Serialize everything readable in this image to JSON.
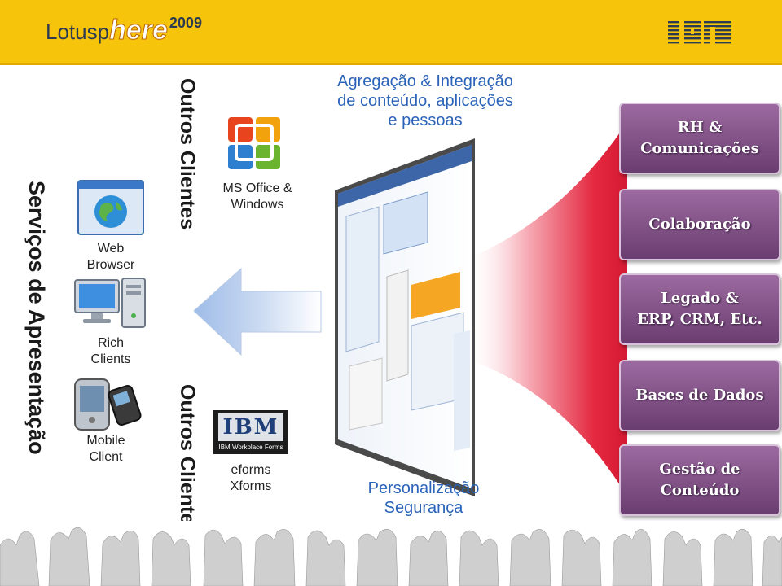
{
  "header": {
    "logo_text_1": "Lotusp",
    "logo_text_2": "here",
    "logo_year": "2009",
    "ibm_logo": "IBM"
  },
  "left_title": "Serviços de Apresentação",
  "outros_top": "Outros Clientes",
  "outros_bottom": "Outros Clientes",
  "clients": [
    {
      "label_1": "Web",
      "label_2": "Browser",
      "icon": "web-browser-icon"
    },
    {
      "label_1": "Rich",
      "label_2": "Clients",
      "icon": "computer-icon"
    },
    {
      "label_1": "Mobile",
      "label_2": "Client",
      "icon": "mobile-phone-icon"
    }
  ],
  "ms_office": {
    "label_1": "MS Office &",
    "label_2": "Windows",
    "icon": "ms-office-icon"
  },
  "eforms": {
    "label_1": "eforms",
    "label_2": "Xforms",
    "badge_title": "IBM",
    "badge_caption": "IBM Workplace Forms"
  },
  "center_title": {
    "line1": "Agregação & Integração",
    "line2": "de conteúdo, aplicações",
    "line3": "e pessoas"
  },
  "center_footer": {
    "line1": "Personalização",
    "line2": "Segurança"
  },
  "right_boxes": [
    {
      "line1": "RH &",
      "line2": "Comunicações"
    },
    {
      "line1": "Colaboração",
      "line2": ""
    },
    {
      "line1": "Legado &",
      "line2": "ERP, CRM, Etc."
    },
    {
      "line1": "Bases de Dados",
      "line2": ""
    },
    {
      "line1": "Gestão de",
      "line2": "Conteúdo"
    }
  ],
  "colors": {
    "header": "#f6c40a",
    "accent_blue": "#2a63b8",
    "box_purple": "#7d4d82",
    "funnel_red": "#e0203a"
  }
}
